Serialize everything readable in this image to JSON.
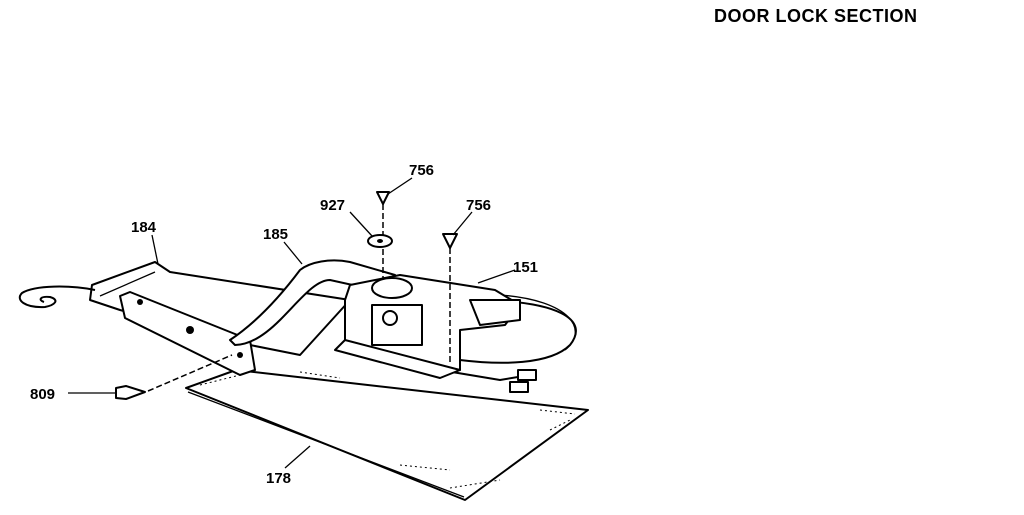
{
  "title": "DOOR LOCK SECTION",
  "callouts": [
    {
      "id": "756a",
      "label": "756"
    },
    {
      "id": "927",
      "label": "927"
    },
    {
      "id": "756b",
      "label": "756"
    },
    {
      "id": "184",
      "label": "184"
    },
    {
      "id": "185",
      "label": "185"
    },
    {
      "id": "151",
      "label": "151"
    },
    {
      "id": "809",
      "label": "809"
    },
    {
      "id": "178",
      "label": "178"
    }
  ]
}
